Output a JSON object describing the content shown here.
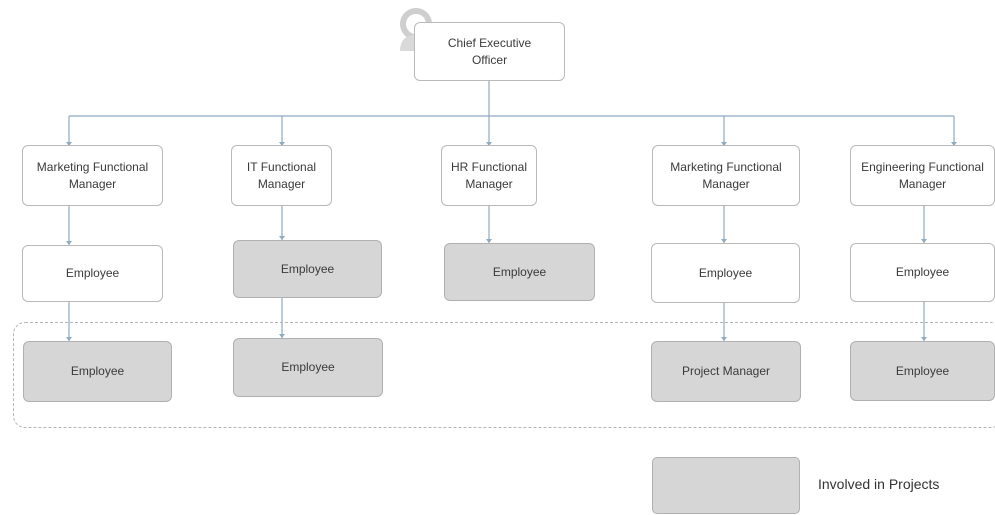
{
  "ceo": {
    "title": "Chief Executive\nOfficer"
  },
  "managers": [
    {
      "label": "Marketing Functional Manager"
    },
    {
      "label": "IT Functional Manager"
    },
    {
      "label": "HR Functional Manager"
    },
    {
      "label": "Marketing Functional Manager"
    },
    {
      "label": "Engineering Functional Manager"
    }
  ],
  "level2": [
    {
      "label": "Employee",
      "involved": false
    },
    {
      "label": "Employee",
      "involved": true
    },
    {
      "label": "Employee",
      "involved": true
    },
    {
      "label": "Employee",
      "involved": false
    },
    {
      "label": "Employee",
      "involved": false
    }
  ],
  "level3": [
    {
      "label": "Employee",
      "involved": true
    },
    {
      "label": "Employee",
      "involved": true
    },
    {
      "label": "Project Manager",
      "involved": true
    },
    {
      "label": "Employee",
      "involved": true
    }
  ],
  "legend": {
    "label": "Involved in Projects"
  },
  "colors": {
    "involved": "#d6d6d6",
    "node_border": "#b9b9b9",
    "connector": "#8fa9bf"
  }
}
